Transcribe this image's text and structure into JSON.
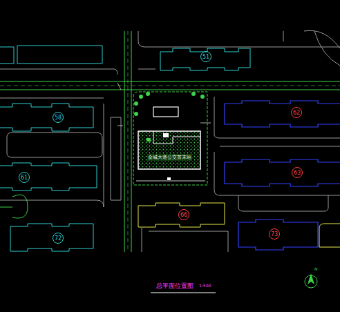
{
  "diagram": {
    "title": "总平面位置图",
    "nodes": [
      {
        "text": [
          "51"
        ]
      },
      {
        "text": [
          "62"
        ]
      },
      {
        "text": [
          "58"
        ]
      },
      {
        "text": [
          "金城大道公交首末站"
        ]
      },
      {
        "text": [
          "63"
        ]
      },
      {
        "text": [
          "61"
        ]
      },
      {
        "text": [
          "66"
        ]
      },
      {
        "text": [
          "73"
        ]
      },
      {
        "text": [
          "72"
        ]
      }
    ],
    "labels": [
      "1:500",
      "N"
    ]
  }
}
